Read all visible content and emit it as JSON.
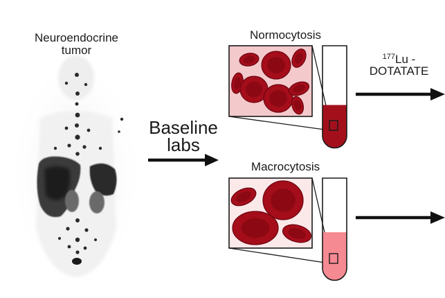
{
  "labels": {
    "tumor_line1": "Neuroendocrine",
    "tumor_line2": "tumor",
    "baseline_line1": "Baseline",
    "baseline_line2": "labs",
    "normocytosis": "Normocytosis",
    "macrocytosis": "Macrocytosis",
    "drug_isotope_mass": "177",
    "drug_isotope": "Lu -",
    "drug_name": "DOTATATE"
  },
  "colors": {
    "cell_fill": "#a50d1a",
    "cell_edge": "#6a0610",
    "cell_center": "#8c0914",
    "box_bg_normo": "#f4c9cc",
    "box_bg_macro": "#fbe9ea",
    "blood_normo": "#a3101c",
    "blood_macro": "#f58a92",
    "outline": "#1a1a1a",
    "scan_dark": "#2a2a2a"
  },
  "blood_fill_fraction": {
    "normocytosis": 0.42,
    "macrocytosis": 0.47
  }
}
